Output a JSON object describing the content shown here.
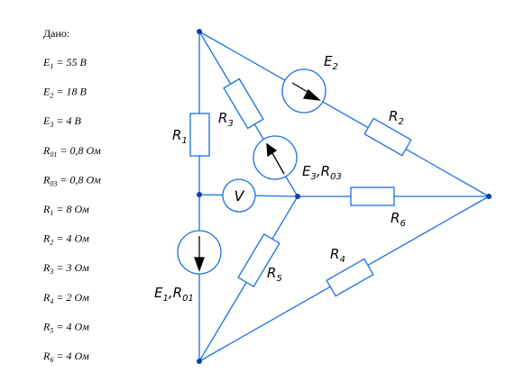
{
  "given": {
    "title": "Дано:",
    "lines": [
      {
        "sym": "E",
        "sub": "1",
        "val": " = 55 В"
      },
      {
        "sym": "E",
        "sub": "2",
        "val": " = 18 В"
      },
      {
        "sym": "E",
        "sub": "3",
        "val": " = 4 В"
      },
      {
        "sym": "R",
        "sub": "01",
        "val": " = 0,8 Ом"
      },
      {
        "sym": "R",
        "sub": "03",
        "val": " = 0,8 Ом"
      },
      {
        "sym": "R",
        "sub": "1",
        "val": " = 8 Ом"
      },
      {
        "sym": "R",
        "sub": "2",
        "val": " = 4 Ом"
      },
      {
        "sym": "R",
        "sub": "3",
        "val": " = 3 Ом"
      },
      {
        "sym": "R",
        "sub": "4",
        "val": " = 2 Ом"
      },
      {
        "sym": "R",
        "sub": "5",
        "val": " = 4 Ом"
      },
      {
        "sym": "R",
        "sub": "6",
        "val": " = 4 Ом"
      }
    ]
  },
  "circuit": {
    "R1": {
      "sym": "R",
      "sub": "1"
    },
    "R2": {
      "sym": "R",
      "sub": "2"
    },
    "R3": {
      "sym": "R",
      "sub": "3"
    },
    "R4": {
      "sym": "R",
      "sub": "4"
    },
    "R5": {
      "sym": "R",
      "sub": "5"
    },
    "R6": {
      "sym": "R",
      "sub": "6"
    },
    "E1": {
      "sym": "E",
      "sub": "1",
      "sep": ",",
      "sym2": "R",
      "sub2": "01"
    },
    "E2": {
      "sym": "E",
      "sub": "2"
    },
    "E3": {
      "sym": "E",
      "sub": "3",
      "sep": ",",
      "sym2": "R",
      "sub2": "03"
    },
    "voltmeter": "V"
  }
}
